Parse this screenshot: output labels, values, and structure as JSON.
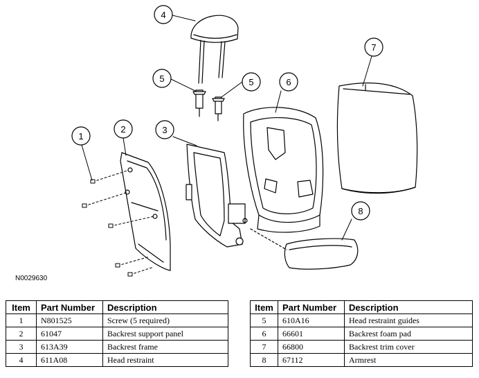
{
  "figure_id": "N0029630",
  "callouts": [
    "1",
    "2",
    "3",
    "4",
    "5",
    "5",
    "6",
    "7",
    "8"
  ],
  "headers": {
    "item": "Item",
    "part_number": "Part Number",
    "description": "Description"
  },
  "left_rows": [
    {
      "item": "1",
      "part_number": "N801525",
      "description": "Screw (5 required)"
    },
    {
      "item": "2",
      "part_number": "61047",
      "description": "Backrest support panel"
    },
    {
      "item": "3",
      "part_number": "613A39",
      "description": "Backrest frame"
    },
    {
      "item": "4",
      "part_number": "611A08",
      "description": "Head restraint"
    }
  ],
  "right_rows": [
    {
      "item": "5",
      "part_number": "610A16",
      "description": "Head restraint guides"
    },
    {
      "item": "6",
      "part_number": "66601",
      "description": "Backrest foam pad"
    },
    {
      "item": "7",
      "part_number": "66800",
      "description": "Backrest trim cover"
    },
    {
      "item": "8",
      "part_number": "67112",
      "description": "Armrest"
    }
  ]
}
